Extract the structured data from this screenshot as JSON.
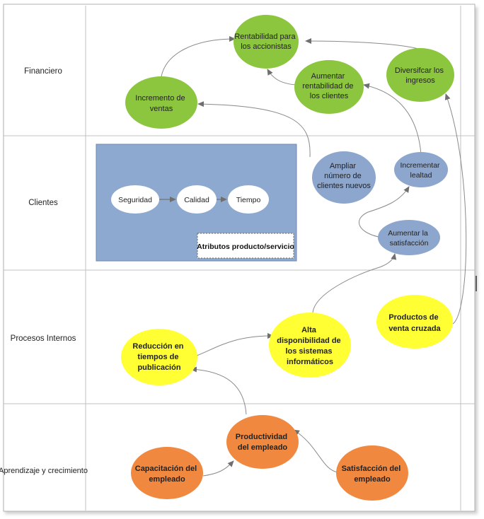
{
  "perspectives": [
    {
      "id": "financiero",
      "label": "Financiero"
    },
    {
      "id": "clientes",
      "label": "Clientes"
    },
    {
      "id": "procesos",
      "label": "Procesos Internos"
    },
    {
      "id": "aprendizaje",
      "label": "Aprendizaje y crecimiento"
    }
  ],
  "attributes": {
    "caption": "Atributos producto/servicio",
    "items": [
      "Seguridad",
      "Calidad",
      "Tiempo"
    ]
  },
  "nodes": {
    "rentabilidad": {
      "lines": [
        "Rentabilidad para",
        "los accionistas"
      ],
      "bold": false
    },
    "incremento_ventas": {
      "lines": [
        "Incremento de",
        "ventas"
      ],
      "bold": false
    },
    "aumentar_rentabilidad": {
      "lines": [
        "Aumentar",
        "rentabilidad de",
        "los clientes"
      ],
      "bold": false
    },
    "diversificar": {
      "lines": [
        "Diversifcar los",
        "ingresos"
      ],
      "bold": false
    },
    "ampliar": {
      "lines": [
        "Ampliar",
        "número de",
        "clientes nuevos"
      ],
      "bold": false
    },
    "lealtad": {
      "lines": [
        "Incrementar",
        "lealtad"
      ],
      "bold": false
    },
    "satisfaccion": {
      "lines": [
        "Aumentar la",
        "satisfacción"
      ],
      "bold": false
    },
    "reduccion": {
      "lines": [
        "Reducción en",
        "tiempos de",
        "publicación"
      ],
      "bold": true
    },
    "disponibilidad": {
      "lines": [
        "Alta",
        "disponibilidad de",
        "los sistemas",
        "informáticos"
      ],
      "bold": true
    },
    "productos": {
      "lines": [
        "Productos de",
        "venta cruzada"
      ],
      "bold": true
    },
    "productividad": {
      "lines": [
        "Productividad",
        "del empleado"
      ],
      "bold": true
    },
    "capacitacion": {
      "lines": [
        "Capacitación del",
        "empleado"
      ],
      "bold": true
    },
    "satisfaccion_empleado": {
      "lines": [
        "Satisfacción del",
        "empleado"
      ],
      "bold": true
    }
  },
  "colors": {
    "green": "#8cc63f",
    "blue": "#8ca6cd",
    "yellow": "#ffff33",
    "orange": "#f0893f",
    "panel": "#8ea9cf",
    "grid": "#b9b9b9",
    "arrow": "#8a8a8a"
  }
}
